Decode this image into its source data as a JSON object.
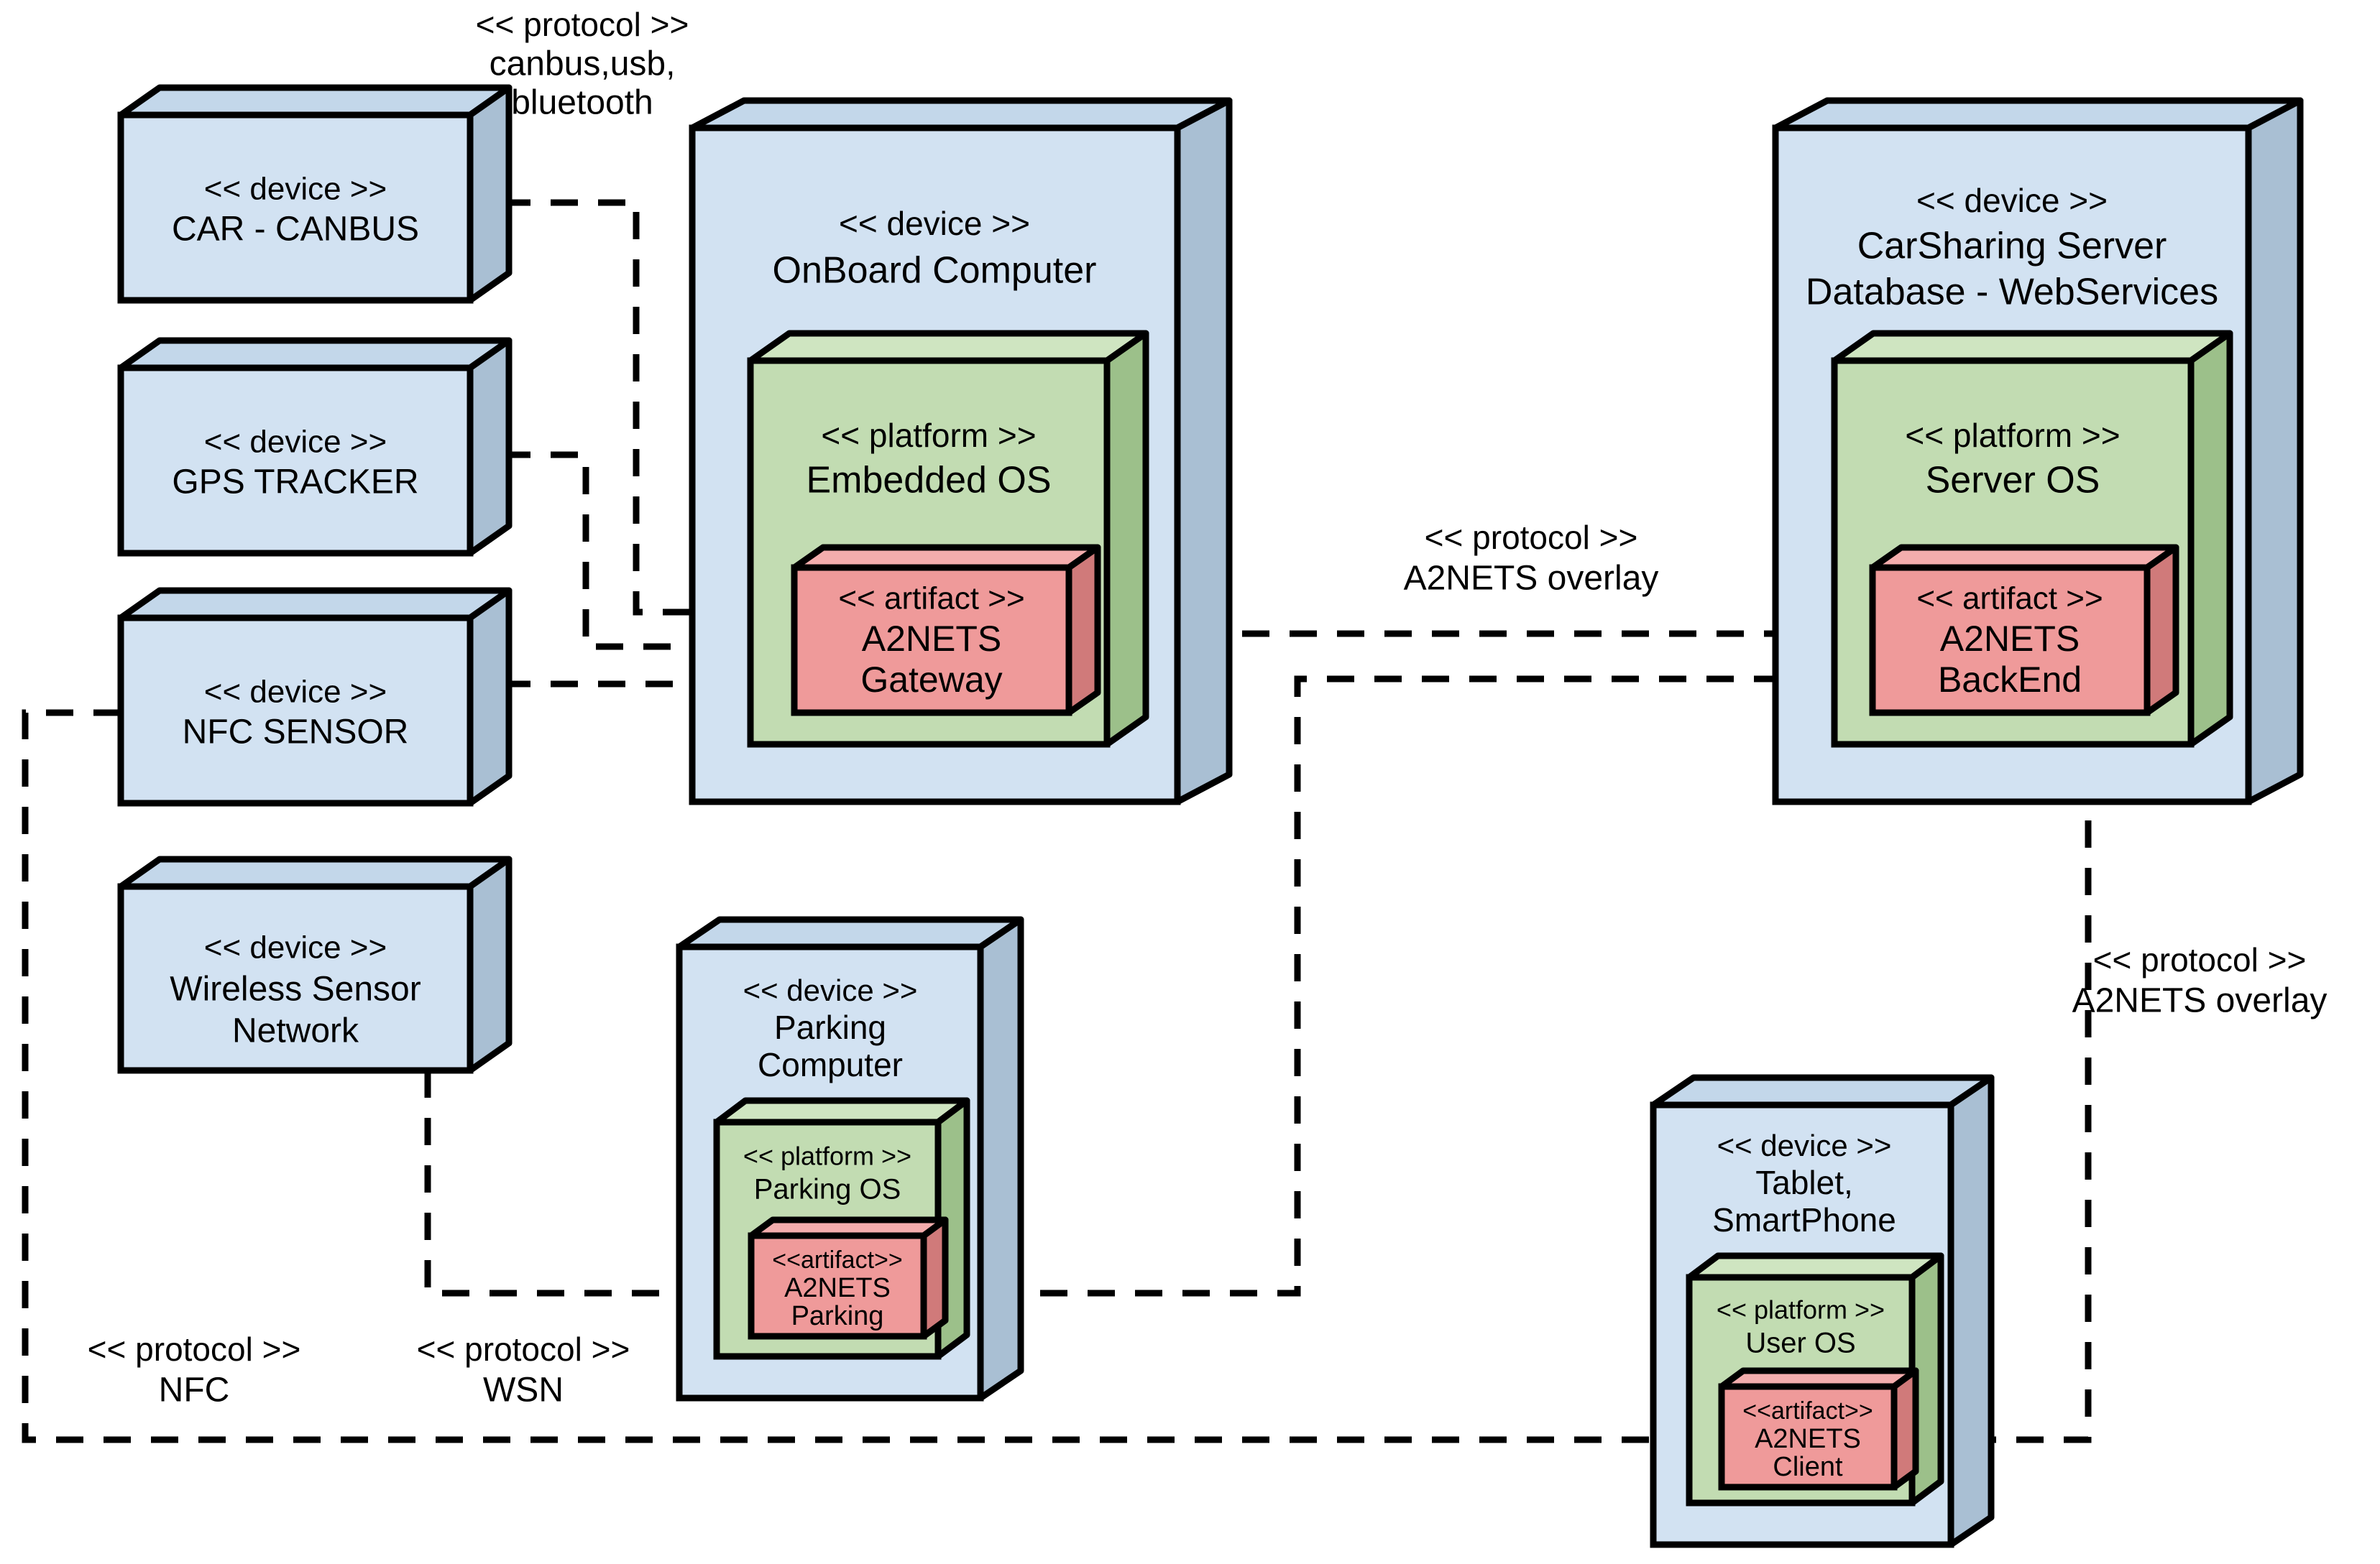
{
  "diagram": {
    "title": "A2NETS CarSharing UML Deployment Diagram",
    "type": "uml-deployment-diagram",
    "colors": {
      "device_fill": "#d2e2f2",
      "device_side": "#a9bfd3",
      "device_top": "#c3d7ea",
      "platform_fill": "#c2dcb2",
      "platform_side": "#9cc08a",
      "platform_top": "#cfe5c1",
      "artifact_fill": "#ef9a9a",
      "artifact_side": "#d07a7a",
      "artifact_top": "#f3adad",
      "stroke": "#000000",
      "background": "#ffffff"
    },
    "stereotypes": {
      "device": "<< device >>",
      "platform": "<< platform >>",
      "artifact": "<< artifact >>",
      "artifact_compact": "<<artifact>>",
      "protocol": "<< protocol >>"
    },
    "nodes": [
      {
        "id": "car-canbus",
        "kind": "device",
        "stereotype": "<< device >>",
        "name_lines": [
          "CAR - CANBUS"
        ]
      },
      {
        "id": "gps-tracker",
        "kind": "device",
        "stereotype": "<< device >>",
        "name_lines": [
          "GPS TRACKER"
        ]
      },
      {
        "id": "nfc-sensor",
        "kind": "device",
        "stereotype": "<< device >>",
        "name_lines": [
          "NFC SENSOR"
        ]
      },
      {
        "id": "wireless-sensor-network",
        "kind": "device",
        "stereotype": "<< device >>",
        "name_lines": [
          "Wireless Sensor",
          "Network"
        ]
      },
      {
        "id": "onboard-computer",
        "kind": "device",
        "stereotype": "<< device >>",
        "name_lines": [
          "OnBoard Computer"
        ],
        "platform": {
          "id": "embedded-os",
          "stereotype": "<< platform >>",
          "name_lines": [
            "Embedded OS"
          ],
          "artifact": {
            "id": "a2nets-gateway",
            "stereotype": "<< artifact >>",
            "name_lines": [
              "A2NETS",
              "Gateway"
            ]
          }
        }
      },
      {
        "id": "carsharing-server",
        "kind": "device",
        "stereotype": "<< device >>",
        "name_lines": [
          "CarSharing Server",
          "Database - WebServices"
        ],
        "platform": {
          "id": "server-os",
          "stereotype": "<< platform >>",
          "name_lines": [
            "Server OS"
          ],
          "artifact": {
            "id": "a2nets-backend",
            "stereotype": "<< artifact >>",
            "name_lines": [
              "A2NETS",
              "BackEnd"
            ]
          }
        }
      },
      {
        "id": "parking-computer",
        "kind": "device",
        "stereotype": "<< device >>",
        "name_lines": [
          "Parking",
          "Computer"
        ],
        "platform": {
          "id": "parking-os",
          "stereotype": "<< platform >>",
          "name_lines": [
            "Parking OS"
          ],
          "artifact": {
            "id": "a2nets-parking",
            "stereotype": "<<artifact>>",
            "name_lines": [
              "A2NETS",
              "Parking"
            ]
          }
        }
      },
      {
        "id": "tablet-smartphone",
        "kind": "device",
        "stereotype": "<< device >>",
        "name_lines": [
          "Tablet,",
          "SmartPhone"
        ],
        "platform": {
          "id": "user-os",
          "stereotype": "<< platform >>",
          "name_lines": [
            "User OS"
          ],
          "artifact": {
            "id": "a2nets-client",
            "stereotype": "<<artifact>>",
            "name_lines": [
              "A2NETS",
              "Client"
            ]
          }
        }
      }
    ],
    "edge_labels": [
      {
        "id": "label-canbus",
        "stereotype": "<< protocol >>",
        "name_lines": [
          "canbus,usb,",
          "bluetooth"
        ]
      },
      {
        "id": "label-overlay-center",
        "stereotype": "<< protocol >>",
        "name_lines": [
          "A2NETS overlay"
        ]
      },
      {
        "id": "label-overlay-right",
        "stereotype": "<< protocol >>",
        "name_lines": [
          "A2NETS overlay"
        ]
      },
      {
        "id": "label-nfc",
        "stereotype": "<< protocol >>",
        "name_lines": [
          "NFC"
        ]
      },
      {
        "id": "label-wsn",
        "stereotype": "<< protocol >>",
        "name_lines": [
          "WSN"
        ]
      }
    ]
  }
}
